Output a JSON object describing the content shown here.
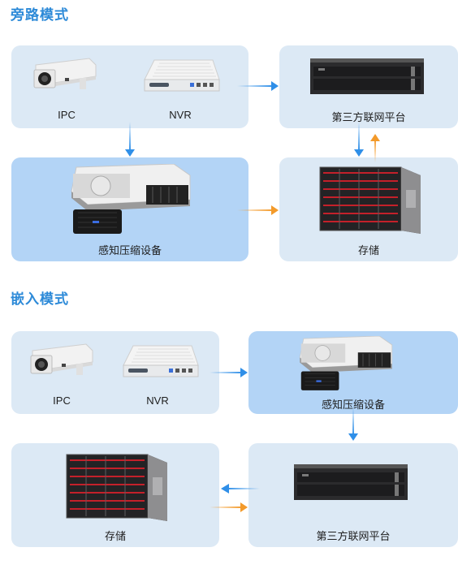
{
  "sections": [
    {
      "title": "旁路模式",
      "nodes": {
        "ipc": "IPC",
        "nvr": "NVR",
        "platform": "第三方联网平台",
        "compressor": "感知压缩设备",
        "storage": "存储"
      }
    },
    {
      "title": "嵌入模式",
      "nodes": {
        "ipc": "IPC",
        "nvr": "NVR",
        "compressor": "感知压缩设备",
        "storage": "存储",
        "platform": "第三方联网平台"
      }
    }
  ],
  "colors": {
    "title": "#2d8ad8",
    "panel": "#dce9f5",
    "panel_highlight": "#b3d4f6",
    "arrow_blue": "#2f8fe8",
    "arrow_orange": "#f39a2a"
  }
}
